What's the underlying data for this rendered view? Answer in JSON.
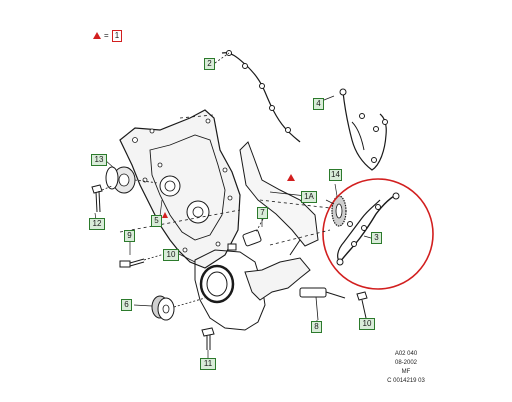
{
  "legend": {
    "marker_label": "1",
    "equals": "="
  },
  "callouts": {
    "c2": "2",
    "c3": "3",
    "c4": "4",
    "c5": "5",
    "c6": "6",
    "c7": "7",
    "c8": "8",
    "c9": "9",
    "c10a": "10",
    "c10b": "10",
    "c11": "11",
    "c12": "12",
    "c13": "13",
    "c14": "14",
    "c1a": "1A"
  },
  "reference": {
    "line1": "A02 040",
    "line2": "08-2002",
    "line3": "MF",
    "line4": "C 0014219 03"
  },
  "colors": {
    "callout_border": "#2c7a2c",
    "callout_fill": "#d9ecd9",
    "highlight_circle": "#d21f1f",
    "warning_triangle": "#d21f1f",
    "line_art": "#1a1a1a"
  }
}
